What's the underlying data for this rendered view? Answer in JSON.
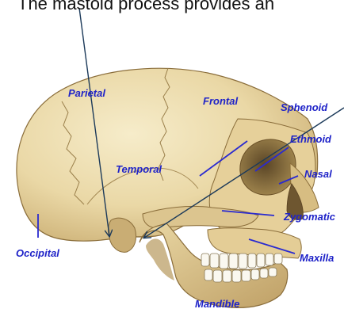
{
  "caption": "The mastoid process provides an",
  "colors": {
    "label": "#1f23c8",
    "leader_line": "#2a2ad0",
    "pointer_arrow": "#1c3a5a",
    "bone_light": "#f1e4bd",
    "bone_mid": "#e0c98f",
    "bone_shadow": "#b4965c",
    "bone_outline": "#8a6d3a",
    "teeth": "#faf8f0"
  },
  "labels": {
    "parietal": "Parietal",
    "frontal": "Frontal",
    "sphenoid": "Sphenoid",
    "ethmoid": "Ethmoid",
    "temporal": "Temporal",
    "nasal": "Nasal",
    "zygomatic": "Zygomatic",
    "maxilla": "Maxilla",
    "occipital": "Occipital",
    "mandible": "Mandible"
  }
}
